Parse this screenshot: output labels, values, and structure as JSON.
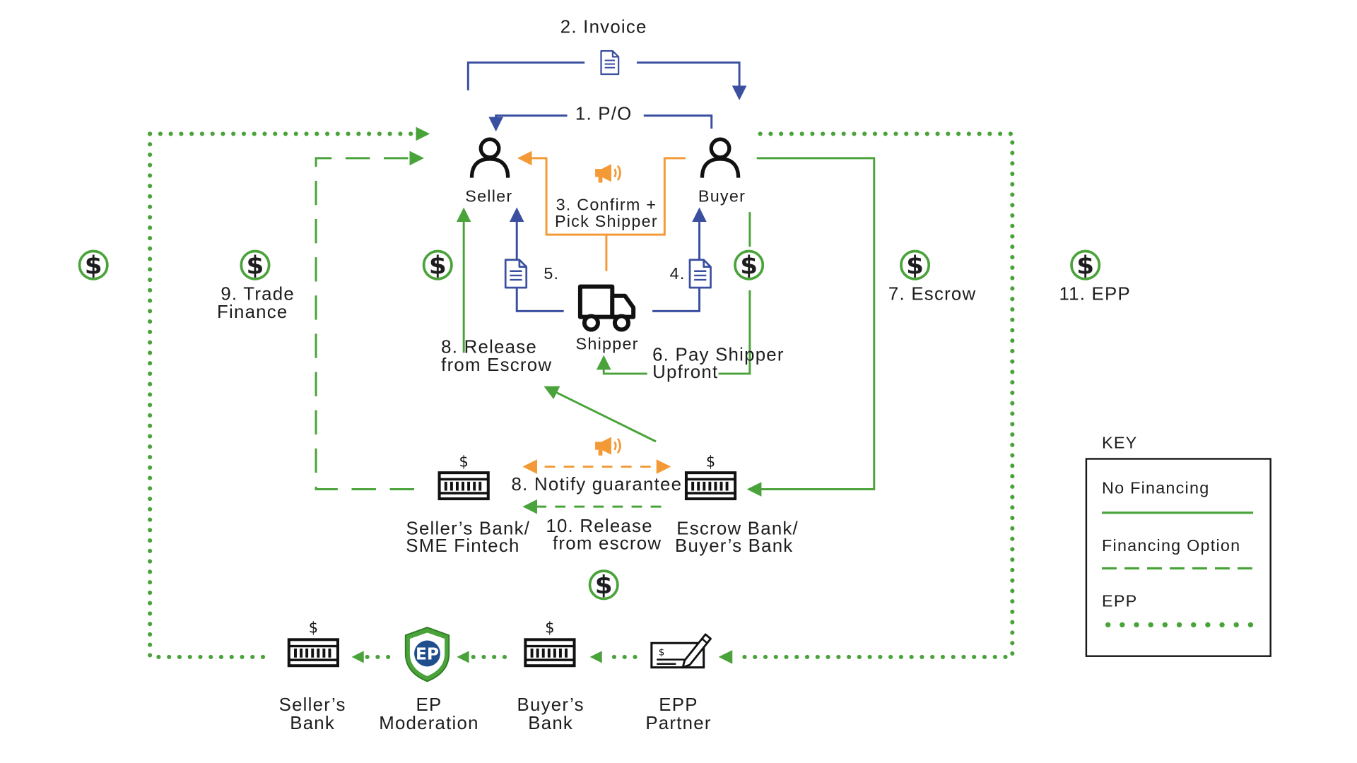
{
  "colors": {
    "green": "#4aa33a",
    "blue": "#3a4fa0",
    "orange": "#f39a36",
    "black": "#1a1a1a",
    "shield_green": "#4aa33a",
    "shield_blue": "#1f4e8c"
  },
  "labels": {
    "invoice": "2. Invoice",
    "po": "1. P/O",
    "seller": "Seller",
    "buyer": "Buyer",
    "confirm_line1": "3. Confirm +",
    "confirm_line2": "Pick Shipper",
    "step5": "5.",
    "step4": "4.",
    "shipper": "Shipper",
    "release_escrow_line1": "8. Release",
    "release_escrow_line2": "from Escrow",
    "pay_shipper_line1": "6. Pay Shipper",
    "pay_shipper_line2": "Upfront",
    "trade_finance_line1": "9. Trade",
    "trade_finance_line2": "Finance",
    "escrow": "7. Escrow",
    "epp": "11. EPP",
    "notify": "8. Notify guarantee",
    "release10_line1": "10. Release",
    "release10_line2": "from escrow",
    "sellers_bank_fintech_line1": "Seller’s Bank/",
    "sellers_bank_fintech_line2": "SME Fintech",
    "escrow_bank_line1": "Escrow Bank/",
    "escrow_bank_line2": "Buyer’s Bank",
    "sellers_bank_line1": "Seller’s",
    "sellers_bank_line2": "Bank",
    "ep_moderation_line1": "EP",
    "ep_moderation_line2": "Moderation",
    "buyers_bank_line1": "Buyer’s",
    "buyers_bank_line2": "Bank",
    "epp_partner_line1": "EPP",
    "epp_partner_line2": "Partner",
    "dollar_symbol": "$",
    "ep_logo_text": "EP"
  },
  "key": {
    "title": "KEY",
    "items": [
      {
        "label": "No Financing",
        "style": "solid"
      },
      {
        "label": "Financing Option",
        "style": "dashed"
      },
      {
        "label": "EPP",
        "style": "dotted"
      }
    ]
  },
  "icons": {
    "person": "person-icon",
    "document": "document-icon",
    "truck": "truck-icon",
    "bank": "bank-icon",
    "megaphone": "megaphone-icon",
    "dollar": "dollar-coin-icon",
    "shield": "ep-shield-logo",
    "cheque": "cheque-pen-icon"
  }
}
